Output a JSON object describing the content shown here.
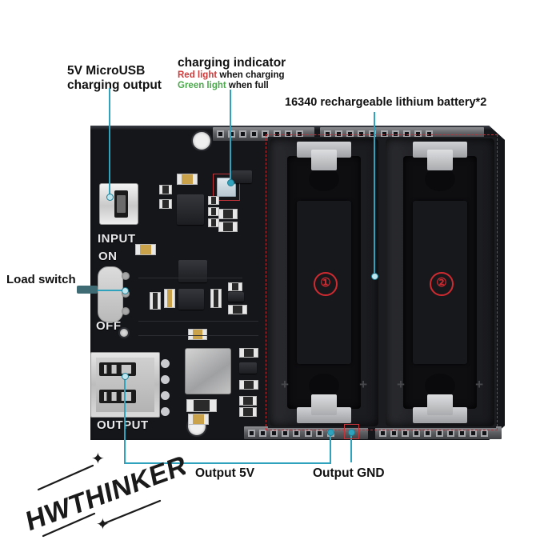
{
  "image": {
    "subject": "Arduino-compatible 16340 lithium battery shield (HWTHINKER)",
    "background_color": "#ffffff",
    "leader_line_color": "#2fa3bd",
    "highlight_box_color": "#c0343a"
  },
  "annotations": {
    "micro_usb": {
      "line1": "5V MicroUSB",
      "line2": "charging output"
    },
    "charging_indicator": {
      "title": "charging indicator",
      "red_label": "Red light",
      "red_rest": " when charging",
      "green_label": "Green light",
      "green_rest": "  when full",
      "red_color": "#d03a3a",
      "green_color": "#4ba94b"
    },
    "battery": {
      "text": "16340 rechargeable lithium battery*2"
    },
    "load_switch": {
      "text": "Load switch"
    },
    "output_5v": {
      "text": "Output 5V"
    },
    "output_gnd": {
      "text": "Output GND"
    }
  },
  "board": {
    "silkscreen": {
      "input": "INPUT",
      "on": "ON",
      "off": "OFF",
      "output": "OUTPUT"
    },
    "battery_slots": [
      {
        "number": "①",
        "polarity_plus": "+"
      },
      {
        "number": "②",
        "polarity_plus": "+"
      }
    ],
    "headers": {
      "top_left_pins": 8,
      "top_right_pins": 10,
      "bottom_left_pins": 8,
      "bottom_right_pins": 10
    }
  },
  "watermark": {
    "brand": "HWTHINKER",
    "star": "✦"
  }
}
